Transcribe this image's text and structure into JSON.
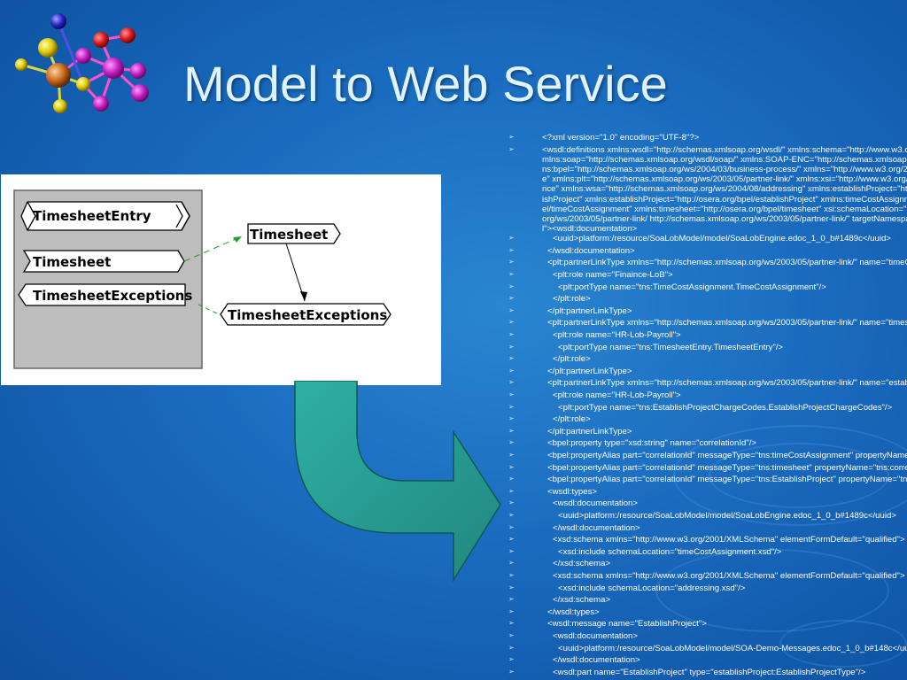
{
  "slide": {
    "title": "Model to Web Service"
  },
  "diagram": {
    "classes": [
      "TimesheetEntry",
      "Timesheet",
      "TimesheetExceptions",
      "Timesheet",
      "TimesheetExceptions"
    ]
  },
  "icons": {
    "logo": "molecule-logo-icon",
    "bullet": "arrow-bullet-icon",
    "arrow": "curved-arrow-icon"
  },
  "colors": {
    "background": "#1a6bbf",
    "title": "#dff3ff",
    "arrow": "#2fa49a",
    "panel": "#bdbdbd"
  },
  "code": {
    "bullet": "➢",
    "lines": [
      {
        "indent": 0,
        "wrap": false,
        "text": "<?xml version=\"1.0\" encoding=\"UTF-8\"?>"
      },
      {
        "indent": 0,
        "wrap": true,
        "text": "<wsdl:definitions xmlns:wsdl=\"http://schemas.xmlsoap.org/wsdl/\" xmlns:schema=\"http://www.w3.org/2001/XMLSchema\" xmlns:soap=\"http://schemas.xmlsoap.org/wsdl/soap/\" xmlns:SOAP-ENC=\"http://schemas.xmlsoap.org/soap/encoding/\" xmlns:bpel=\"http://schemas.xmlsoap.org/ws/2004/03/business-process/\" xmlns=\"http://www.w3.org/2001/XMLSchema-instance\" xmlns:plt=\"http://schemas.xmlsoap.org/ws/2003/05/partner-link/\" xmlns:xsi=\"http://www.w3.org/2001/XMLSchema-instance\" xmlns:wsa=\"http://schemas.xmlsoap.org/ws/2004/08/addressing\" xmlns:establishProject=\"http://osera.org/bpel/establishProject\" xmlns:establishProject=\"http://osera.org/bpel/establishProject\" xmlns:timeCostAssignment=\"http://osera.org/bpel/timeCostAssignment\" xmlns:timesheet=\"http://osera.org/bpel/timesheet\" xsi:schemaLocation=\"http://schemas.xmlsoap.org/ws/2003/05/partner-link/ http://schemas.xmlsoap.org/ws/2003/05/partner-link/\" targetNamespace=\"http://gov.osera.bpel\"><wsdl:documentation>"
      },
      {
        "indent": 2,
        "wrap": false,
        "text": "<uuid>platform:/resource/SoaLobModel/model/SoaLobEngine.edoc_1_0_b#1489c</uuid>"
      },
      {
        "indent": 1,
        "wrap": false,
        "text": "</wsdl:documentation>"
      },
      {
        "indent": 1,
        "wrap": false,
        "text": "<plt:partnerLinkType xmlns=\"http://schemas.xmlsoap.org/ws/2003/05/partner-link/\" name=\"timeCostAssignmentLT\">"
      },
      {
        "indent": 2,
        "wrap": false,
        "text": "<plt:role name=\"Finaince-LoB\">"
      },
      {
        "indent": 3,
        "wrap": false,
        "text": "<plt:portType name=\"tns:TimeCostAssignment.TimeCostAssignment\"/>"
      },
      {
        "indent": 2,
        "wrap": false,
        "text": "</plt:role>"
      },
      {
        "indent": 1,
        "wrap": false,
        "text": "</plt:partnerLinkType>"
      },
      {
        "indent": 1,
        "wrap": false,
        "text": "<plt:partnerLinkType xmlns=\"http://schemas.xmlsoap.org/ws/2003/05/partner-link/\" name=\"timesheetLT\">"
      },
      {
        "indent": 2,
        "wrap": false,
        "text": "<plt:role name=\"HR-Lob-Payroll\">"
      },
      {
        "indent": 3,
        "wrap": false,
        "text": "<plt:portType name=\"tns:TimesheetEntry.TimesheetEntry\"/>"
      },
      {
        "indent": 2,
        "wrap": false,
        "text": "</plt:role>"
      },
      {
        "indent": 1,
        "wrap": false,
        "text": "</plt:partnerLinkType>"
      },
      {
        "indent": 1,
        "wrap": false,
        "text": "<plt:partnerLinkType xmlns=\"http://schemas.xmlsoap.org/ws/2003/05/partner-link/\" name=\"establishProjectLT\">"
      },
      {
        "indent": 2,
        "wrap": false,
        "text": "<plt:role name=\"HR-Lob-Payroll\">"
      },
      {
        "indent": 3,
        "wrap": false,
        "text": "<plt:portType name=\"tns:EstablishProjectChargeCodes.EstablishProjectChargeCodes\"/>"
      },
      {
        "indent": 2,
        "wrap": false,
        "text": "</plt:role>"
      },
      {
        "indent": 1,
        "wrap": false,
        "text": "</plt:partnerLinkType>"
      },
      {
        "indent": 1,
        "wrap": false,
        "text": "<bpel:property type=\"xsd:string\" name=\"correlationId\"/>"
      },
      {
        "indent": 1,
        "wrap": false,
        "text": "<bpel:propertyAlias part=\"correlationId\" messageType=\"tns:timeCostAssignment\" propertyName=\"tns:correlationId\"/>"
      },
      {
        "indent": 1,
        "wrap": false,
        "text": "<bpel:propertyAlias part=\"correlationId\" messageType=\"tns:timesheet\" propertyName=\"tns:correlationId\"/>"
      },
      {
        "indent": 1,
        "wrap": false,
        "text": "<bpel:propertyAlias part=\"correlationId\" messageType=\"tns:EstablishProject\" propertyName=\"tns:correlationId\"/>"
      },
      {
        "indent": 1,
        "wrap": false,
        "text": "<wsdl:types>"
      },
      {
        "indent": 2,
        "wrap": false,
        "text": "<wsdl:documentation>"
      },
      {
        "indent": 3,
        "wrap": false,
        "text": "<uuid>platform:/resource/SoaLobModel/model/SoaLobEngine.edoc_1_0_b#1489c</uuid>"
      },
      {
        "indent": 2,
        "wrap": false,
        "text": "</wsdl:documentation>"
      },
      {
        "indent": 2,
        "wrap": false,
        "text": "<xsd:schema xmlns=\"http://www.w3.org/2001/XMLSchema\" elementFormDefault=\"qualified\">"
      },
      {
        "indent": 3,
        "wrap": false,
        "text": "<xsd:include schemaLocation=\"timeCostAssignment.xsd\"/>"
      },
      {
        "indent": 2,
        "wrap": false,
        "text": "</xsd:schema>"
      },
      {
        "indent": 2,
        "wrap": false,
        "text": "<xsd:schema xmlns=\"http://www.w3.org/2001/XMLSchema\" elementFormDefault=\"qualified\">"
      },
      {
        "indent": 3,
        "wrap": false,
        "text": "<xsd:include schemaLocation=\"addressing.xsd\"/>"
      },
      {
        "indent": 2,
        "wrap": false,
        "text": "</xsd:schema>"
      },
      {
        "indent": 1,
        "wrap": false,
        "text": "</wsdl:types>"
      },
      {
        "indent": 1,
        "wrap": false,
        "text": "<wsdl:message name=\"EstablishProject\">"
      },
      {
        "indent": 2,
        "wrap": false,
        "text": "<wsdl:documentation>"
      },
      {
        "indent": 3,
        "wrap": false,
        "text": "<uuid>platform:/resource/SoaLobModel/model/SOA-Demo-Messages.edoc_1_0_b#148c</uuid>"
      },
      {
        "indent": 2,
        "wrap": false,
        "text": "</wsdl:documentation>"
      },
      {
        "indent": 2,
        "wrap": false,
        "text": "<wsdl:part name=\"EstablishProject\" type=\"establishProject:EstablishProjectType\"/>"
      }
    ]
  }
}
